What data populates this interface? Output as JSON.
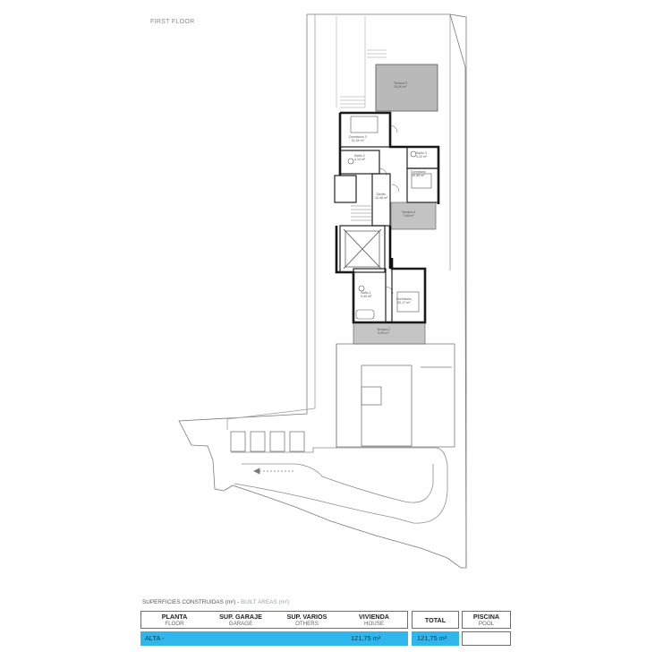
{
  "plan": {
    "title": "FIRST FLOOR",
    "rooms": [
      {
        "name": "Terraza 3",
        "area": "25,50 m²"
      },
      {
        "name": "Dormitorio 3",
        "area": "11,34 m²"
      },
      {
        "name": "Baño 2",
        "area": "4,14 m²"
      },
      {
        "name": "Baño 3",
        "area": "4,22 m²"
      },
      {
        "name": "Dormitorio",
        "area": "10,58 m²"
      },
      {
        "name": "Distrib.",
        "area": "10,46 m²"
      },
      {
        "name": "Terraza 4",
        "area": "7,68 m²"
      },
      {
        "name": "Baño 1",
        "area": "9,40 m²"
      },
      {
        "name": "Dormitorio",
        "area": "20,17 m²"
      },
      {
        "name": "Terraza 2",
        "area": "9,69 m²"
      }
    ]
  },
  "surfaces": {
    "caption_es": "SUPERFICIES CONSTRUIDAS (m²) -",
    "caption_en": "BUILT AREAS (m²)",
    "headers": [
      {
        "es": "PLANTA",
        "en": "FLOOR"
      },
      {
        "es": "SUP. GARAJE",
        "en": "GARAGE"
      },
      {
        "es": "SUP. VARIOS",
        "en": "OTHERS"
      },
      {
        "es": "VIVIENDA",
        "en": "HOUSE"
      },
      {
        "es": "TOTAL",
        "en": ""
      },
      {
        "es": "PISCINA",
        "en": "POOL"
      }
    ],
    "row": {
      "floor": "ALTA -",
      "house": "121,75 m²",
      "total": "121,75 m²"
    },
    "colors": {
      "row_highlight": "#2fb6ec"
    }
  }
}
